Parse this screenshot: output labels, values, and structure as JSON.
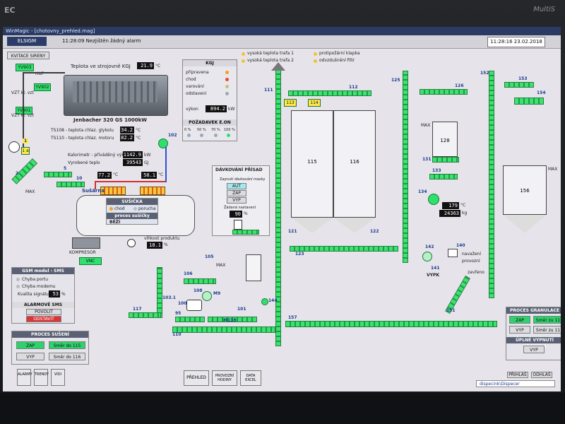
{
  "brand": {
    "left": "EC",
    "right": "MultiS"
  },
  "window": {
    "title": "WinMagic - [chotovny_prehled.mag]"
  },
  "topbar": {
    "user": "ELSIGM",
    "time_alarm": "11:28:09  Nezjištěn žádný alarm",
    "datetime": "11:28:16   23.02.2018",
    "btn1": "",
    "btn2": ""
  },
  "left": {
    "ack_button": "KVITACE SIRENY",
    "yv903": "YV903",
    "hup": "HUP",
    "vzt_vzt": "VZT kl. vzt",
    "vzt_vzt2": "VZT kl. vzt",
    "yv902": "YV902",
    "yv901": "YV901",
    "motor_tag": "1",
    "conv_tag": "1 a",
    "num2": "2",
    "num5": "5",
    "num10": "10",
    "max": "MAX"
  },
  "engine": {
    "label": "Jenbacher 320 GS 1000kW",
    "temp_label": "Teplota ve strojovně KGJ",
    "temp_val": "21.9",
    "temp_unit": "°C",
    "ts108_label": "TS108 - teplota chlaz. glykolu",
    "ts108_val": "34.2",
    "ts108_unit": "°C",
    "ts110_label": "TS110 - teplota chlaz. motoru",
    "ts110_val": "82.2",
    "ts110_unit": "°C",
    "pump_tag": "102",
    "kal_label": "Kalorimetr - přiváděný výkon",
    "kal_val": "1142.9",
    "kal_unit": "kW",
    "heat_label": "Vyrobené teplo",
    "heat_val": "39543",
    "heat_unit": "GJ",
    "t1_val": "77.2",
    "t1_unit": "°C",
    "t2_val": "58.1",
    "t2_unit": "°C",
    "susarna": "Sušárna"
  },
  "kgj": {
    "title": "KGJ",
    "rows": [
      "připravena",
      "chod",
      "varování",
      "odstavení"
    ],
    "power_label": "výkon",
    "power_val": "894.2",
    "power_unit": "kW",
    "demand_title": "POŽADAVEK E.ON",
    "pct": [
      "0 %",
      "50 %",
      "70 %",
      "100 %"
    ]
  },
  "dryer": {
    "title": "SUŠIČKA",
    "chod": "chod",
    "porucha": "porucha",
    "proc": "proces sušičky",
    "state": "BĚŽÍ",
    "kompresor": "KOMPRESOR",
    "vnc": "VNC",
    "vlhkost_label": "vlhkost produktu",
    "vlhkost_val": "18.1",
    "vlhkost_unit": "%"
  },
  "legend": {
    "l1": "vysoká teplota trafa 1",
    "l2": "vysoká teplota trafa 2",
    "l3": "protipožární klapka",
    "l4": "odvzdušnění filtr"
  },
  "dosing": {
    "title": "DÁVKOVÁNÍ PŘÍSAD",
    "zapnuti": "Zapnutí dávkování masky",
    "aut": "AUT",
    "zap": "ZAP",
    "vyp": "VYP",
    "zadana_label": "Žádaná nastavení",
    "zadana_val": "90",
    "zadana_unit": "%"
  },
  "tags": {
    "t111": "111",
    "t112": "112",
    "t113": "113",
    "t114": "114",
    "t115": "115",
    "t116": "116",
    "t121": "121",
    "t122": "122",
    "t123": "123",
    "t125": "125",
    "t126": "126",
    "t128": "128",
    "t131": "131",
    "t133": "133",
    "t134": "134",
    "t140": "140",
    "t141": "141",
    "t142": "142",
    "t151": "151",
    "t152": "152",
    "t153": "153",
    "t154": "154",
    "t156": "156",
    "t157": "157",
    "t100": "100",
    "t101": "101",
    "t103": "103.1",
    "t105": "105",
    "t106": "106",
    "t108": "108",
    "t109": "M9",
    "t110": "110",
    "t117": "117",
    "t118": "M118",
    "t144": "144",
    "t95": "95",
    "max": "MAX",
    "vypk": "VYPK",
    "navazeni": "navažení",
    "provoz": "provozní",
    "zavreno": "zavřeno"
  },
  "vals": {
    "v134a": "179",
    "v134b": "24363",
    "u134a": "°C",
    "u134b": "kg"
  },
  "gsm": {
    "title": "GSM modul - SMS",
    "r1": "Chyba portu",
    "r2": "Chyba modemu",
    "r3_label": "Kvalita signálu",
    "r3_val": "53",
    "r3_unit": "%",
    "alarm_title": "ALARMOVÉ SMS",
    "povolit": "POVOLIT",
    "odstavit": "ODSTAVIT"
  },
  "drying": {
    "title": "PROCES SUŠENÍ",
    "zap": "ZAP",
    "vyp": "VYP",
    "smer115": "Směr do 115",
    "smer116": "Směr do 116"
  },
  "gran": {
    "title": "PROCES GRANULACE",
    "zap": "ZAP",
    "vyp": "VYP",
    "smer1": "Směr zu 11",
    "smer2": "Směr zu 11",
    "title2": "ÚPLNÉ VYPNUTÍ GRANULA",
    "vyp2": "VYP"
  },
  "bottom": {
    "alarmy": "ALARMY",
    "trendy": "TRENDY",
    "vidi": "VIDI",
    "prehled": "PŘEHLED",
    "provozni": "PROVOZNÍ HODINY",
    "data": "DATA EXCEL",
    "prihlas": "PŘIHLÁŠ",
    "odhlas": "ODHLÁŠ",
    "user": "dispecink\\Dispecer"
  },
  "colors": {
    "accent": "#2fe06d",
    "panel": "#5b6174",
    "alarm": "#e03333"
  }
}
